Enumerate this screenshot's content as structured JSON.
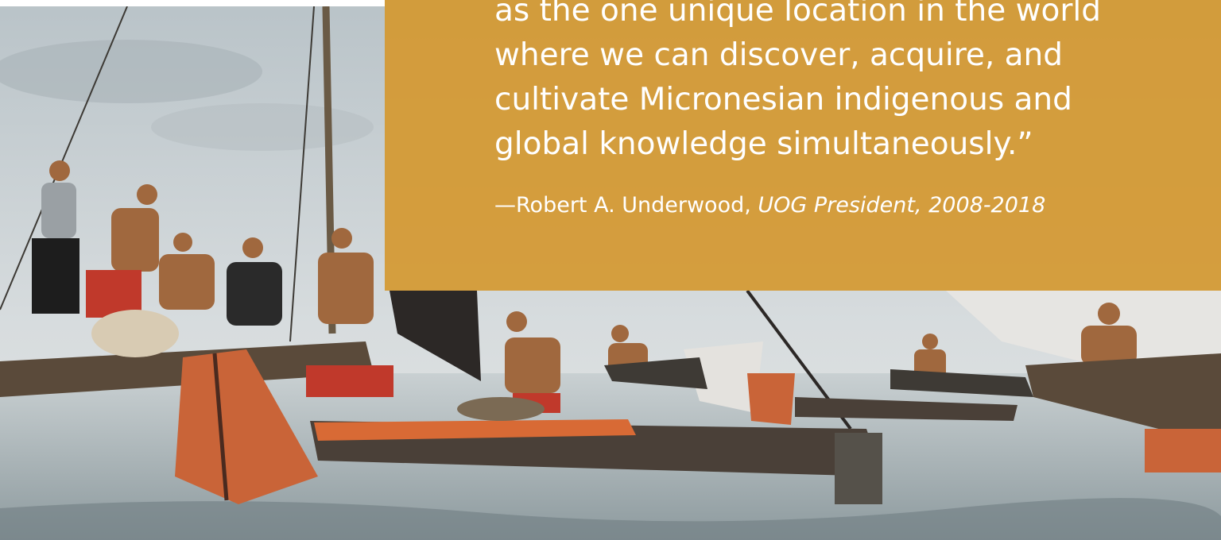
{
  "quote": {
    "lines": [
      "as the one unique location in the world",
      "where we can discover, acquire, and",
      "cultivate Micronesian indigenous and",
      "global knowledge simultaneously.”"
    ],
    "attribution_prefix": "—Robert A. Underwood, ",
    "attribution_title": "UOG President, 2008-2018"
  },
  "colors": {
    "panel": "#D49932",
    "text": "#FFFFFF"
  }
}
